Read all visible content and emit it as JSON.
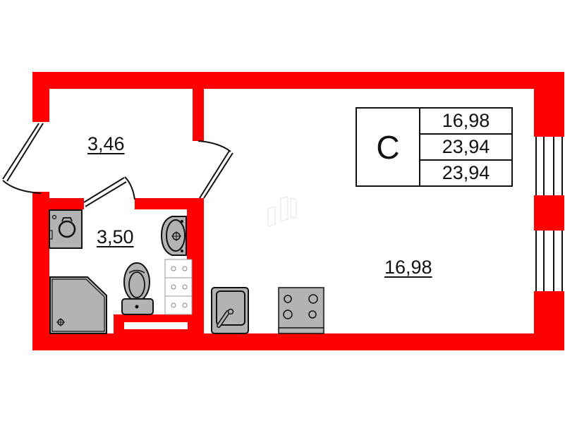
{
  "plan": {
    "apartment_type": "С",
    "summary": {
      "living_area": "16,98",
      "total_area": "23,94",
      "total_area_with_balcony": "23,94"
    },
    "rooms": [
      {
        "name": "hallway",
        "area": "3,46"
      },
      {
        "name": "bathroom",
        "area": "3,50"
      },
      {
        "name": "studio-room",
        "area": "16,98"
      }
    ],
    "colors": {
      "wall": "#ff0000",
      "fixture_fill": "#b3b3b3",
      "line": "#111111"
    }
  }
}
